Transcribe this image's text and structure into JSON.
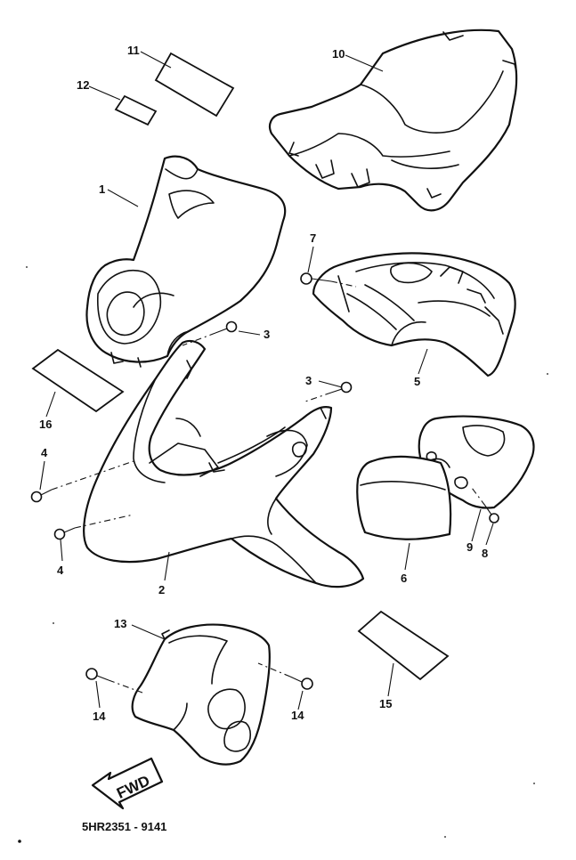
{
  "diagram": {
    "callouts": {
      "p1": "1",
      "p2": "2",
      "p3a": "3",
      "p3b": "3",
      "p4a": "4",
      "p4b": "4",
      "p5": "5",
      "p6": "6",
      "p7": "7",
      "p8": "8",
      "p9": "9",
      "p10": "10",
      "p11": "11",
      "p12": "12",
      "p13": "13",
      "p14a": "14",
      "p14b": "14",
      "p15": "15",
      "p16": "16"
    },
    "fwd_label": "FWD",
    "diagram_code": "5HR2351 - 9141",
    "line_color": "#111111",
    "background_color": "#ffffff"
  }
}
